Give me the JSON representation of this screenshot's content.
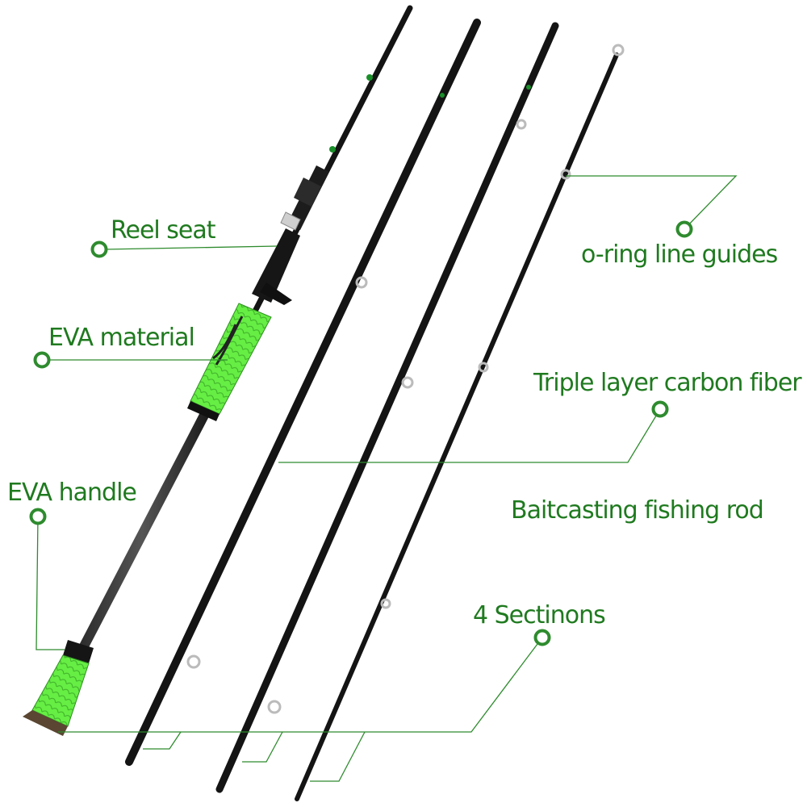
{
  "colors": {
    "label_green": "#1f7a1f",
    "grip_green": "#66ee44",
    "rod_black": "#151515",
    "cork": "#5a4632"
  },
  "labels": {
    "reel_seat": "Reel seat",
    "eva_material": "EVA material",
    "oring_guides": "o-ring line guides",
    "triple_layer": "Triple layer carbon fiber",
    "eva_handle": "EVA handle",
    "baitcasting": "Baitcasting fishing rod",
    "sections": "4 Sectinons"
  }
}
